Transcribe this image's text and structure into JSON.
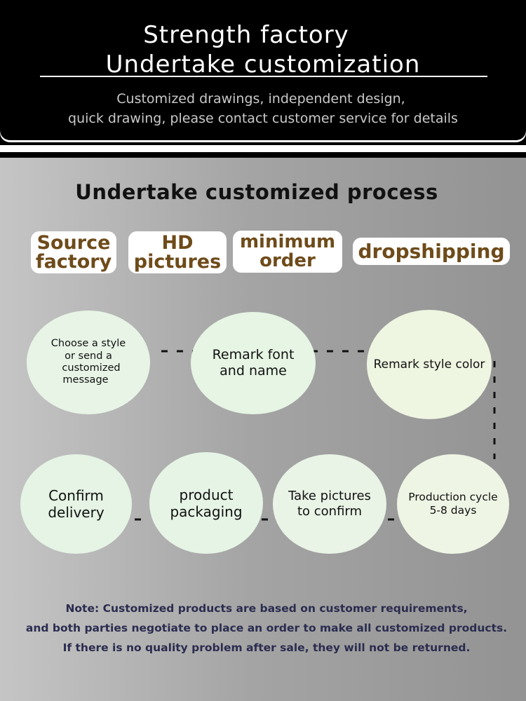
{
  "header": {
    "title_line_1": "Strength factory",
    "title_line_2": "Undertake customization",
    "subtitle_line_1": "Customized drawings, independent design,",
    "subtitle_line_2": "quick drawing, please contact customer service for details"
  },
  "process": {
    "title": "Undertake customized process",
    "features": [
      {
        "line1": "Source",
        "line2": "factory"
      },
      {
        "line1": "HD",
        "line2": "pictures"
      },
      {
        "line1": "minimum",
        "line2": "order"
      },
      {
        "line1": "dropshipping",
        "line2": ""
      }
    ],
    "steps": [
      {
        "line1": "Choose a style",
        "line2": "or send a",
        "line3": "customized message"
      },
      {
        "line1": "Remark font",
        "line2": "and name",
        "line3": ""
      },
      {
        "line1": "Remark style color",
        "line2": "",
        "line3": ""
      },
      {
        "line1": "Production cycle",
        "line2": "5-8 days",
        "line3": ""
      },
      {
        "line1": "Take pictures",
        "line2": "to confirm",
        "line3": ""
      },
      {
        "line1": "product",
        "line2": "packaging",
        "line3": ""
      },
      {
        "line1": "Confirm",
        "line2": "delivery",
        "line3": ""
      }
    ]
  },
  "note": {
    "line1": "Note: Customized products are based on customer requirements,",
    "line2": "and both parties negotiate to place an order to make all customized products.",
    "line3": "If there is no quality problem after sale, they will not be returned."
  },
  "colors": {
    "header_bg": "#000000",
    "feature_text": "#6e4b1a",
    "step_fill": "#e8f4e6",
    "note_text": "#2a2c4f"
  }
}
